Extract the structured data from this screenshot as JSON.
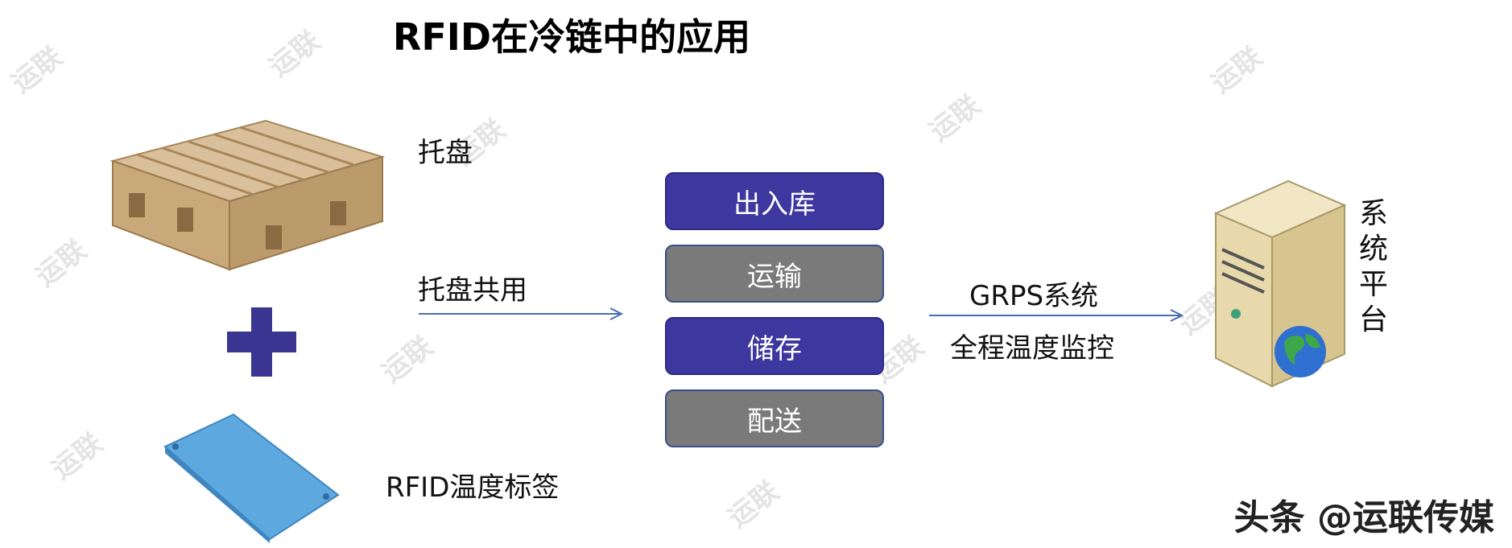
{
  "title": "RFID在冷链中的应用",
  "left": {
    "pallet_label": "托盘",
    "pallet_share_label": "托盘共用",
    "tag_label": "RFID温度标签"
  },
  "steps": [
    {
      "label": "出入库",
      "color": "#3d37a0"
    },
    {
      "label": "运输",
      "color": "#7a7a7a"
    },
    {
      "label": "储存",
      "color": "#3d37a0"
    },
    {
      "label": "配送",
      "color": "#7a7a7a"
    }
  ],
  "right": {
    "link_label_1": "GRPS系统",
    "link_label_2": "全程温度监控",
    "platform_label": "系统平台"
  },
  "watermark": "运联",
  "footer": "头条 @运联传媒",
  "colors": {
    "accent": "#3d37a0",
    "step_gray": "#7a7a7a",
    "arrow": "#4a6db0",
    "plus": "#3a3590"
  }
}
